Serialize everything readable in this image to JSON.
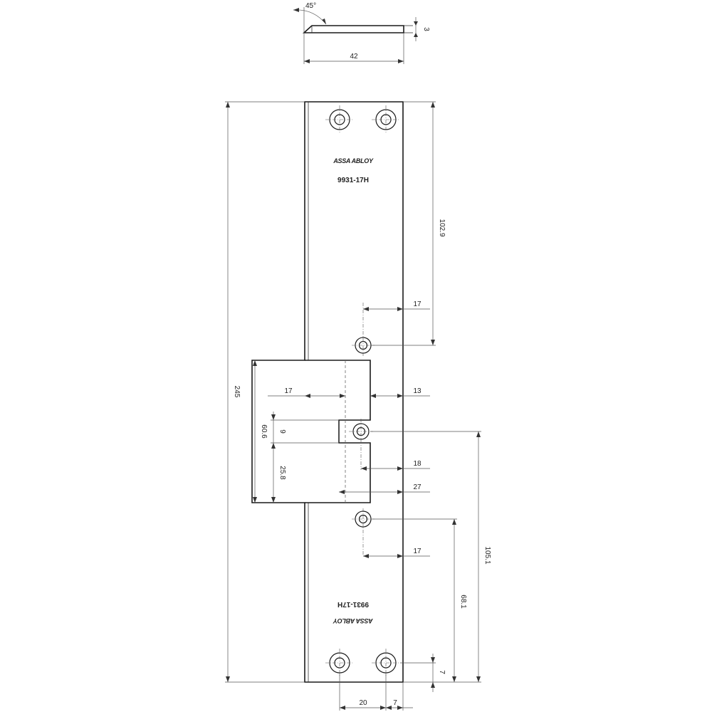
{
  "brand_text": "ASSA ABLOY",
  "model_text": "9931-17H",
  "side_view": {
    "angle": "45°",
    "thickness": "3",
    "width": "42"
  },
  "dimensions": {
    "total_height": "245",
    "top_to_hole": "102.9",
    "hole_offset_upper": "17",
    "cutout_left": "17",
    "cutout_right": "13",
    "cutout_height": "60.6",
    "slot": "9",
    "lower_section": "25.8",
    "bolt_offset": "18",
    "cutout_depth": "27",
    "hole_offset_lower": "17",
    "center_to_bottom": "105.1",
    "hole_to_bottom": "68.1",
    "bottom_margin": "7",
    "hole_spacing": "20",
    "edge_offset": "7"
  }
}
